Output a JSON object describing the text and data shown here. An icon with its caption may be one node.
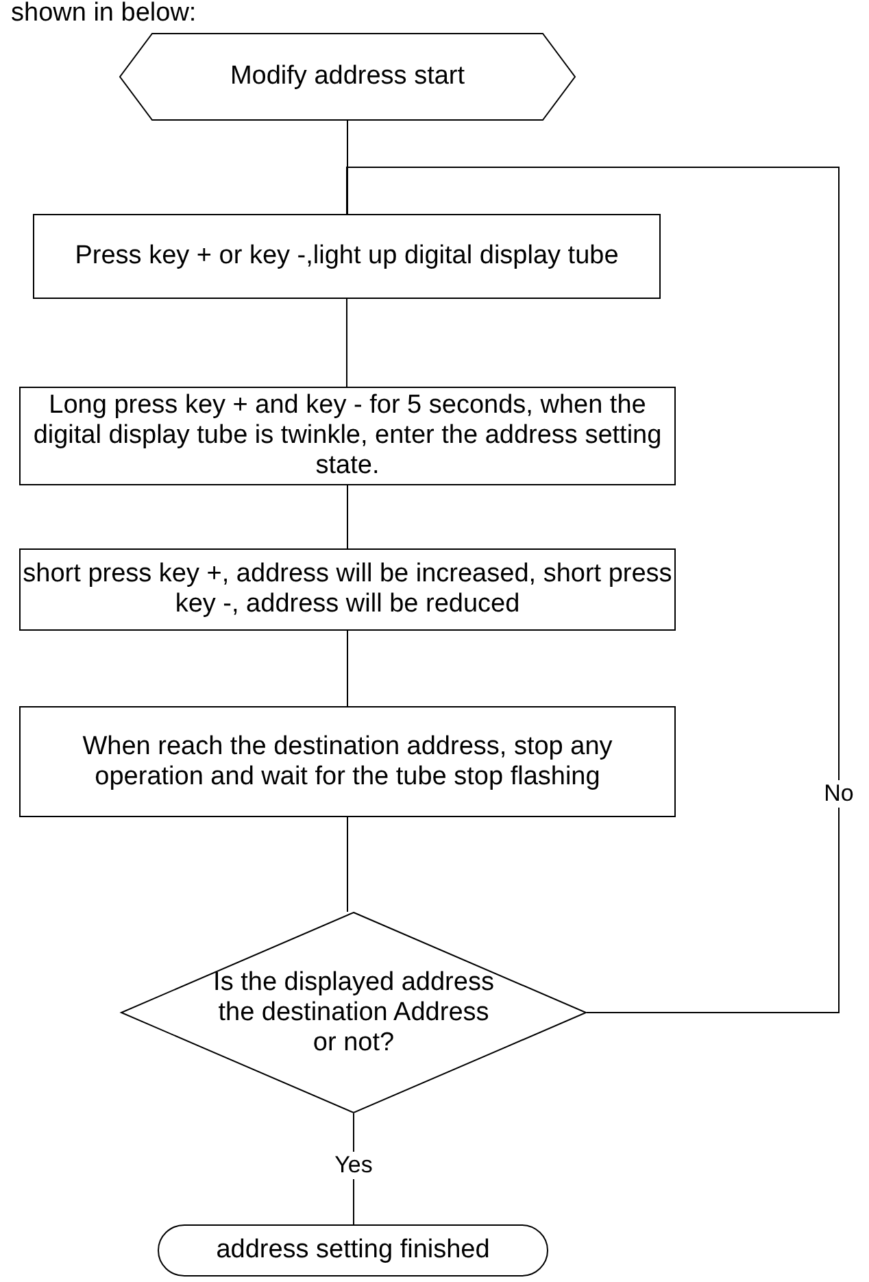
{
  "diagram": {
    "nodes": [
      {
        "text": [
          "Modify address start"
        ]
      },
      {
        "text": [
          "Press key + or key -,light up digital display tube"
        ]
      },
      {
        "text": [
          "Long press key + and key - for 5 seconds, when the digital display tube is twinkle, enter the address setting state."
        ]
      },
      {
        "text": [
          "short press key +, address will be increased, short press key -, address will be reduced"
        ]
      },
      {
        "text": [
          "When reach the destination address, stop any operation and wait for the tube stop flashing"
        ]
      },
      {
        "text": [
          "Is the displayed address the destination Address or not?"
        ]
      },
      {
        "text": [
          "address setting finished"
        ]
      }
    ],
    "edges": [
      {
        "from": 0,
        "to": 1,
        "arrow": "none"
      },
      {
        "from": 1,
        "to": 2,
        "arrow": "none"
      },
      {
        "from": 2,
        "to": 3,
        "arrow": "none"
      },
      {
        "from": 3,
        "to": 4,
        "arrow": "none"
      },
      {
        "from": 4,
        "to": 5,
        "arrow": "none"
      },
      {
        "from": 5,
        "to": 6,
        "arrow": "none",
        "label": "Yes"
      },
      {
        "from": 5,
        "to": 1,
        "arrow": "none",
        "label": "No"
      }
    ],
    "labels": [
      "shown in below:"
    ]
  }
}
